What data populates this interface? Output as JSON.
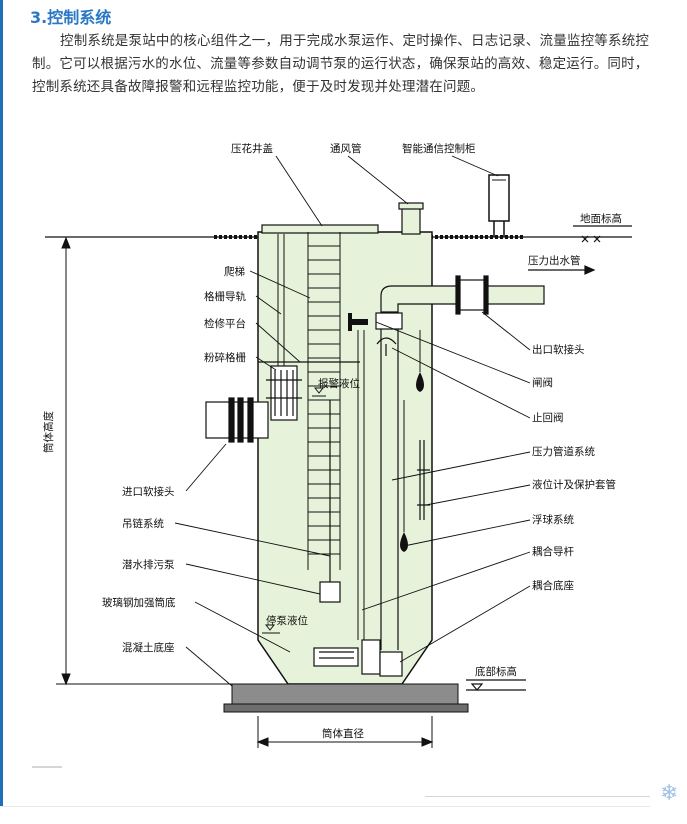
{
  "section": {
    "heading": "3.控制系统",
    "paragraph": "控制系统是泵站中的核心组件之一，用于完成水泵运作、定时操作、日志记录、流量监控等系统控制。它可以根据污水的水位、流量等参数自动调节泵的运行状态，确保泵站的高效、稳定运行。同时，控制系统还具备故障报警和远程监控功能，便于及时发现并处理潜在问题。"
  },
  "diagram": {
    "labels": {
      "cover": "压花井盖",
      "vent": "通风管",
      "cabinet": "智能通信控制柜",
      "ground": "地面标高",
      "outlet_pipe": "压力出水管",
      "outlet_joint": "出口软接头",
      "gate_valve": "闸阀",
      "check_valve": "止回阀",
      "pressure_pipe": "压力管道系统",
      "level_gauge": "液位计及保护套管",
      "float": "浮球系统",
      "guide_rod": "耦合导杆",
      "coupling_base": "耦合底座",
      "bottom_level": "底部标高",
      "ladder": "爬梯",
      "grille_rail": "格栅导轨",
      "platform": "检修平台",
      "crusher": "粉碎格栅",
      "alarm_level": "报警液位",
      "inlet_joint": "进口软接头",
      "chain": "吊链系统",
      "pump": "潜水排污泵",
      "frp_bottom": "玻璃钢加强筒底",
      "concrete_base": "混凝土底座",
      "stop_level": "停泵液位",
      "diameter": "筒体直径",
      "height": "筒体高度"
    },
    "colors": {
      "tank_fill": "#e6f2d9",
      "line": "#111111",
      "base": "#8c8c8c"
    }
  },
  "decor": {
    "snow_icon": "❄"
  }
}
